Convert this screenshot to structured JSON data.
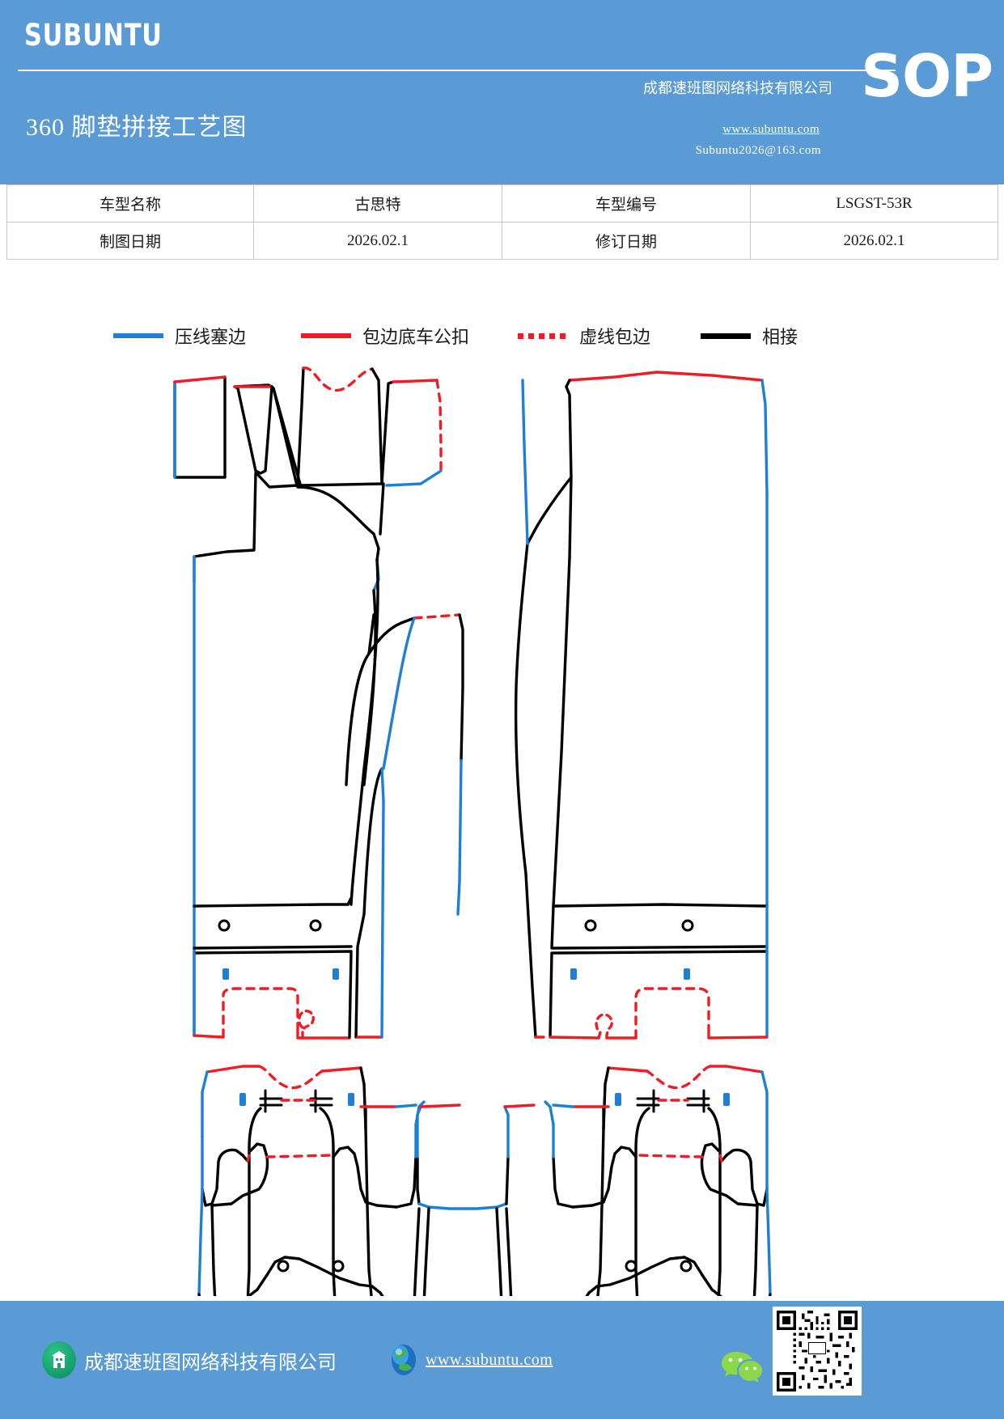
{
  "header": {
    "brand": "SUBUNTU",
    "doc_title": "360 脚垫拼接工艺图",
    "company_cn": "成都速班图网络科技有限公司",
    "website": "www.subuntu.com",
    "email": "Subuntu2026@163.com",
    "sop": "SOP",
    "band_color": "#5b9bd5"
  },
  "info_table": {
    "rows": [
      {
        "label_1": "车型名称",
        "value_1": "古思特",
        "label_2": "车型编号",
        "value_2": "LSGST-53R"
      },
      {
        "label_1": "制图日期",
        "value_1": "2026.02.1",
        "label_2": "修订日期",
        "value_2": "2026.02.1"
      }
    ]
  },
  "legend": {
    "items": [
      {
        "label": "压线塞边",
        "style": "solid",
        "color": "#1f7fd4"
      },
      {
        "label": "包边底车公扣",
        "style": "solid",
        "color": "#ee1c25"
      },
      {
        "label": "虚线包边",
        "style": "dashed",
        "color": "#ee1c25"
      },
      {
        "label": "相接",
        "style": "solid",
        "color": "#000000"
      }
    ]
  },
  "drawing": {
    "description": "360 脚垫拼接工艺图 — 汽车脚垫裁片拼接图",
    "line_colors": {
      "press_edge": "#1f7fd4",
      "binding_hook": "#ee1c25",
      "dashed_binding": "#ee1c25",
      "joint": "#000000"
    },
    "markers": {
      "grommet": "circle",
      "anchor_clip": "blue-rect",
      "snap": "black-cross"
    }
  },
  "footer": {
    "company_cn": "成都速班图网络科技有限公司",
    "website": "www.subuntu.com",
    "band_color": "#5b9bd5"
  }
}
